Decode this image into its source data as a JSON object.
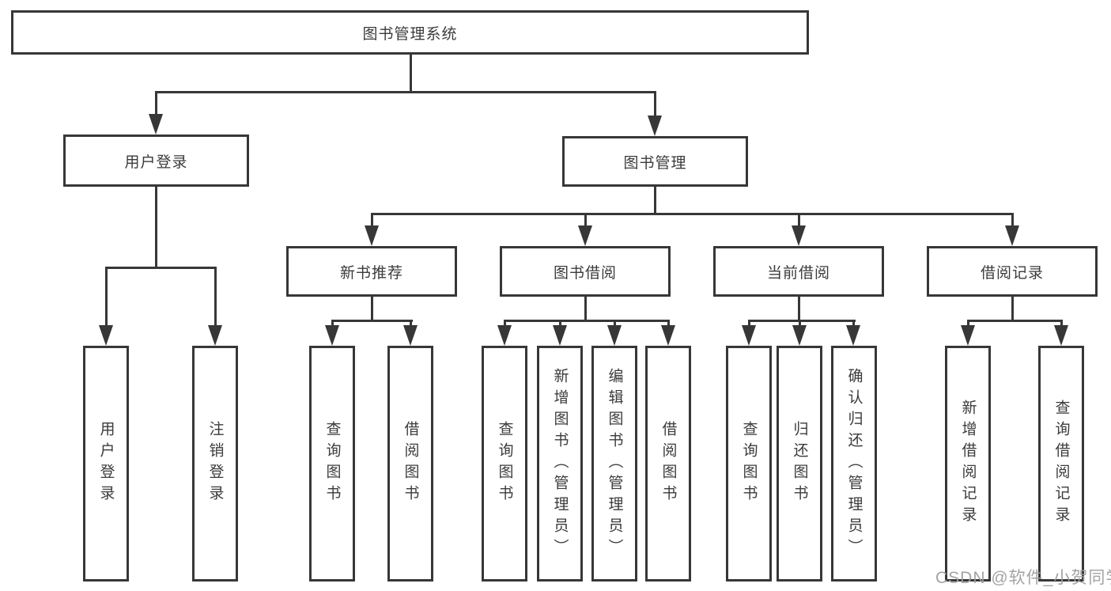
{
  "diagram": {
    "tree": {
      "label": "图书管理系统",
      "children": [
        {
          "label": "用户登录",
          "children": [
            {
              "label": "用户登录"
            },
            {
              "label": "注销登录"
            }
          ]
        },
        {
          "label": "图书管理",
          "children": [
            {
              "label": "新书推荐",
              "children": [
                {
                  "label": "查询图书"
                },
                {
                  "label": "借阅图书"
                }
              ]
            },
            {
              "label": "图书借阅",
              "children": [
                {
                  "label": "查询图书"
                },
                {
                  "label": "新增图书（管理员）"
                },
                {
                  "label": "编辑图书（管理员）"
                },
                {
                  "label": "借阅图书"
                }
              ]
            },
            {
              "label": "当前借阅",
              "children": [
                {
                  "label": "查询图书"
                },
                {
                  "label": "归还图书"
                },
                {
                  "label": "确认归还（管理员）"
                }
              ]
            },
            {
              "label": "借阅记录",
              "children": [
                {
                  "label": "新增借阅记录"
                },
                {
                  "label": "查询借阅记录"
                }
              ]
            }
          ]
        }
      ]
    },
    "colors": {
      "line": "#373737",
      "box_border": "#373737",
      "box_fill": "#ffffff",
      "text": "#3b3b3b",
      "watermark": "#9e9e9e",
      "background": "#ffffff"
    }
  },
  "watermark": "CSDN @软件_小贺同学"
}
